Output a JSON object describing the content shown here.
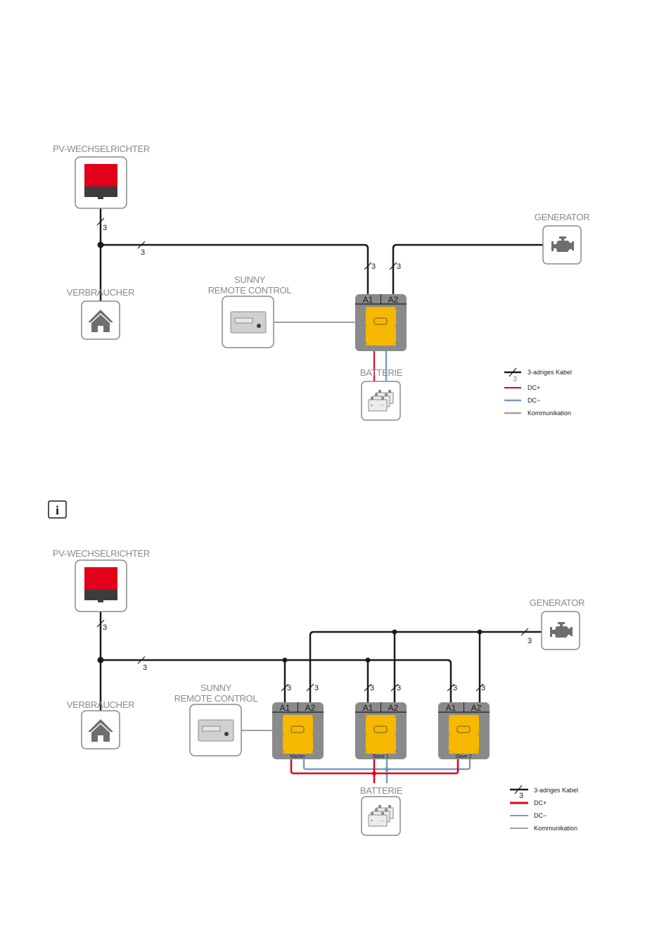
{
  "colors": {
    "wire": "#1a1a1a",
    "dc_plus": "#e2001a",
    "dc_minus": "#7a9cc0",
    "communication": "#a0a0a0",
    "inverter_yellow": "#f6b800",
    "inverter_frame": "#8a8a8a",
    "pv_red": "#e2001a"
  },
  "diagram1": {
    "labels": {
      "pv_inverter": "PV-WECHSELRICHTER",
      "consumer": "VERBRAUCHER",
      "remote_line1": "SUNNY",
      "remote_line2": "REMOTE CONTROL",
      "generator": "GENERATOR",
      "battery": "BATTERIE"
    },
    "ports": {
      "a1": "A1",
      "a2": "A2"
    },
    "cable_count": "3",
    "legend": [
      {
        "type": "3-wire",
        "num": "3",
        "label": "3-adriges Kabel"
      },
      {
        "type": "dc-plus",
        "label": "DC+"
      },
      {
        "type": "dc-minus",
        "label": "DC−"
      },
      {
        "type": "communication",
        "label": "Kommunikation"
      }
    ]
  },
  "info_icon": "i",
  "diagram2": {
    "labels": {
      "pv_inverter": "PV-WECHSELRICHTER",
      "consumer": "VERBRAUCHER",
      "remote_line1": "SUNNY",
      "remote_line2": "REMOTE CONTROL",
      "generator": "GENERATOR",
      "battery": "BATTERIE"
    },
    "ports": {
      "a1": "A1",
      "a2": "A2"
    },
    "cable_count": "3",
    "units": [
      {
        "name": "Master"
      },
      {
        "name": "Slave 1"
      },
      {
        "name": "Slave 2"
      }
    ],
    "legend": [
      {
        "type": "3-wire",
        "num": "3",
        "label": "3-adriges Kabel"
      },
      {
        "type": "dc-plus",
        "label": "DC+"
      },
      {
        "type": "dc-minus",
        "label": "DC−"
      },
      {
        "type": "communication",
        "label": "Kommunikation"
      }
    ]
  }
}
